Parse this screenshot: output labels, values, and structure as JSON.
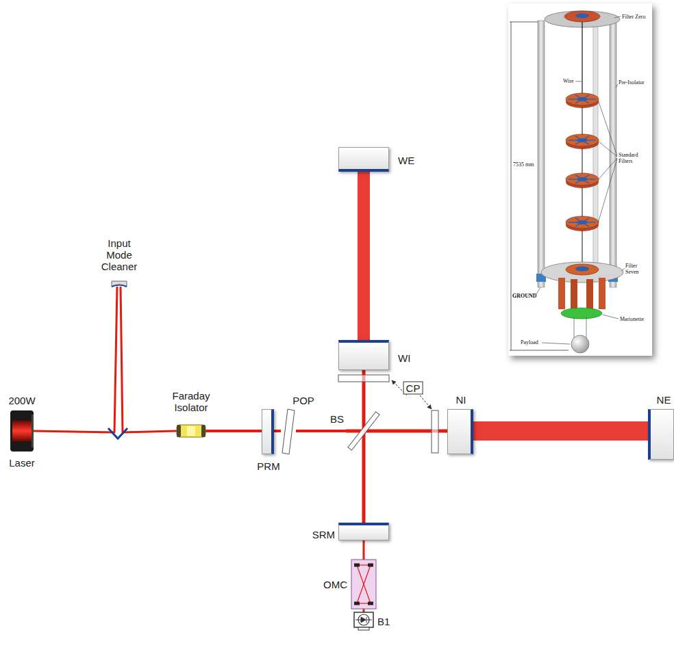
{
  "diagram": {
    "nodes": [
      {
        "text": [
          "WE"
        ]
      },
      {
        "text": [
          "Input Mode Cleaner"
        ]
      },
      {
        "text": [
          "WI"
        ]
      },
      {
        "text": [
          "200W",
          "Laser"
        ]
      },
      {
        "text": [
          "Faraday Isolator"
        ]
      },
      {
        "text": [
          "PRM"
        ]
      },
      {
        "text": [
          "POP"
        ]
      },
      {
        "text": [
          "BS"
        ]
      },
      {
        "text": [
          "NI"
        ]
      },
      {
        "text": [
          "NE"
        ]
      },
      {
        "text": [
          "SRM"
        ]
      },
      {
        "text": [
          "OMC"
        ]
      },
      {
        "text": [
          "B1"
        ]
      }
    ],
    "edges": [
      {
        "from": 3,
        "to": 1,
        "arrow": "none"
      },
      {
        "from": 1,
        "to": 4,
        "arrow": "none"
      },
      {
        "from": 4,
        "to": 5,
        "arrow": "none"
      },
      {
        "from": 5,
        "to": 6,
        "arrow": "none"
      },
      {
        "from": 6,
        "to": 7,
        "arrow": "none"
      },
      {
        "from": 7,
        "to": 8,
        "arrow": "none"
      },
      {
        "from": 8,
        "to": 9,
        "arrow": "none"
      },
      {
        "from": 7,
        "to": 2,
        "arrow": "none"
      },
      {
        "from": 2,
        "to": 0,
        "arrow": "none"
      },
      {
        "from": 7,
        "to": 10,
        "arrow": "none"
      },
      {
        "from": 10,
        "to": 11,
        "arrow": "none"
      },
      {
        "from": 11,
        "to": 12,
        "arrow": "none"
      }
    ],
    "labels": [
      "CP",
      "Filter Zero",
      "Wire",
      "Pre-Isolator",
      "7535 mm",
      "Standard Filters",
      "Filter Seven",
      "GROUND",
      "Marionette",
      "Payload"
    ]
  }
}
